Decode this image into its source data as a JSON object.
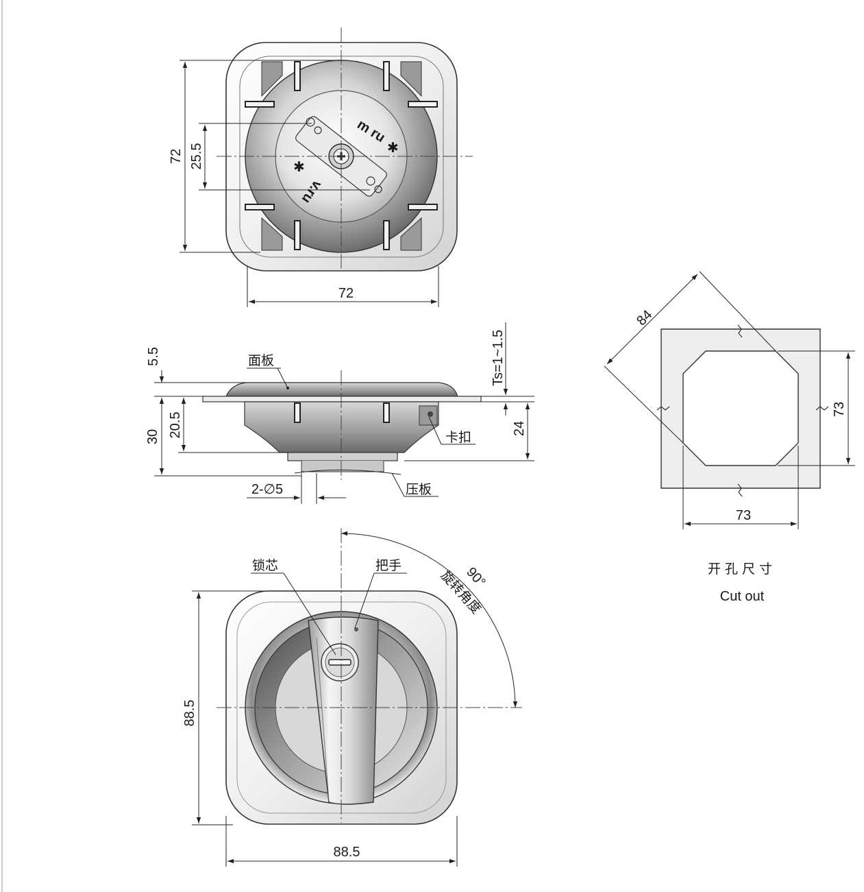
{
  "top_view": {
    "dim_height": "72",
    "dim_inner": "25.5",
    "dim_width": "72",
    "engraving_top": "m ru",
    "engraving_bottom": "v.ru"
  },
  "side_view": {
    "dim_flange": "5.5",
    "dim_thickness": "Ts=1~1.5",
    "dim_total": "30",
    "dim_body": "20.5",
    "dim_depth": "24",
    "dim_holes": "2-∅5",
    "label_panel": "面板",
    "label_clip": "卡扣",
    "label_plate": "压板"
  },
  "front_view": {
    "dim_height": "88.5",
    "dim_width": "88.5",
    "dim_angle": "90°",
    "label_angle": "旋转角度",
    "label_core": "锁芯",
    "label_handle": "把手"
  },
  "cutout": {
    "dim_diagonal": "84",
    "dim_height": "73",
    "dim_width": "73",
    "title_cn": "开孔尺寸",
    "title_en": "Cut out"
  },
  "colors": {
    "line": "#222222",
    "metal_light": "#f4f4f4",
    "metal_dark": "#6e6e6e",
    "cutout_fill": "#eeeeee"
  }
}
